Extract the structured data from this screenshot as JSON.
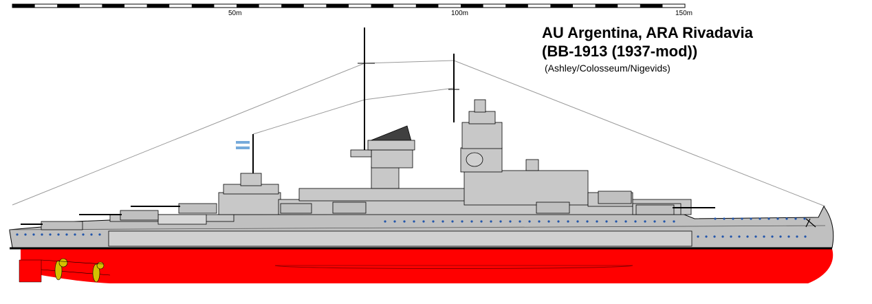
{
  "title": {
    "line1": "AU Argentina, ARA Rivadavia",
    "line2": "(BB-1913 (1937-mod))",
    "credit": "(Ashley/Colosseum/Nigevids)"
  },
  "scale": {
    "labels": [
      "50m",
      "100m",
      "150m"
    ]
  },
  "colors": {
    "hull": "#c0c0c0",
    "belt": "#d0d0d0",
    "waterline": "#000000",
    "below_waterline": "#ff0000",
    "porthole": "#2255aa",
    "flag_blue": "#75aadb",
    "deck_dark": "#404040"
  }
}
